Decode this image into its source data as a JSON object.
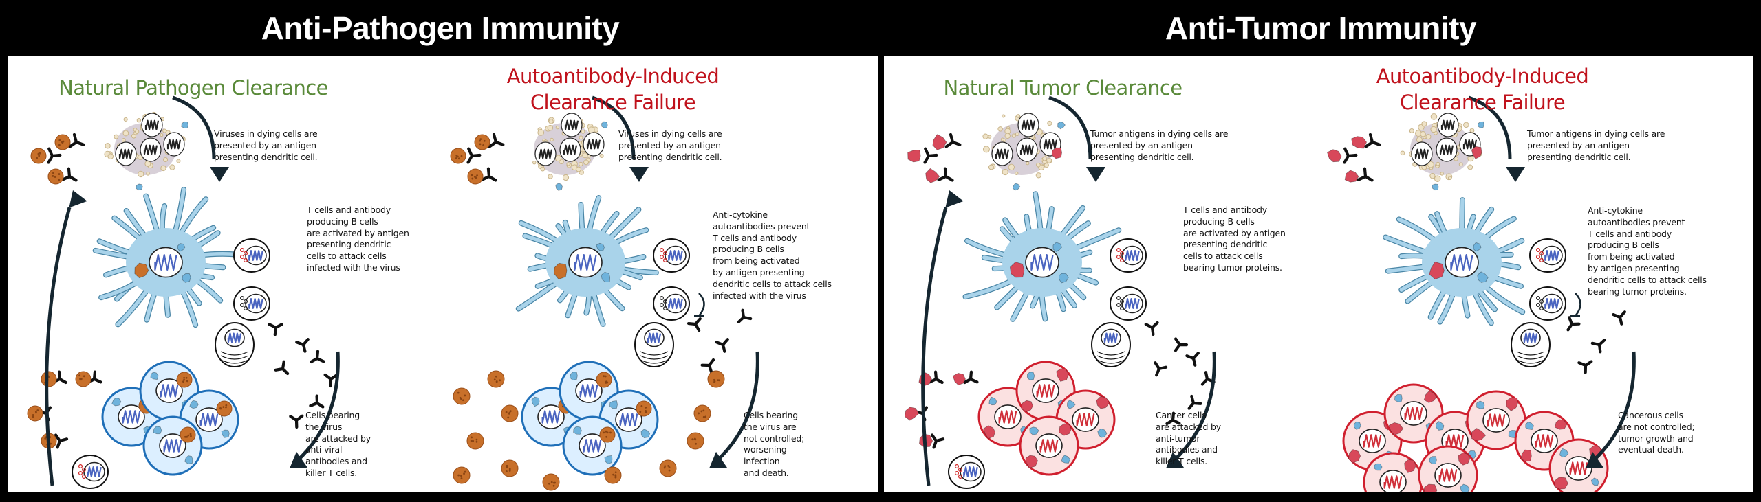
{
  "sections": [
    {
      "title": "Anti-Pathogen Immunity",
      "panels": [
        {
          "heading": "Natural Pathogen Clearance",
          "heading_color": "#5a8a3a",
          "steps": [
            "Viruses in dying cells are\npresented by an antigen\npresenting dendritic cell.",
            "T cells and antibody\nproducing B cells\nare activated by antigen\npresenting dendritic\ncells to attack cells\ninfected with the virus",
            "Cells bearing\nthe virus\nare attacked by\nanti-viral\nantibodies and\nkiller T cells."
          ]
        },
        {
          "heading": "Autoantibody-Induced\nClearance Failure",
          "heading_color": "#c0121c",
          "steps": [
            "Viruses in dying cells are\npresented by an antigen\npresenting dendritic cell.",
            "Anti-cytokine\nautoantibodies prevent\nT cells and antibody\nproducing B cells\nfrom being activated\nby antigen presenting\ndendritic cells to attack cells\ninfected with the virus",
            "Cells bearing\nthe virus are\nnot controlled;\nworsening\ninfection\nand death."
          ]
        }
      ]
    },
    {
      "title": "Anti-Tumor Immunity",
      "panels": [
        {
          "heading": "Natural Tumor Clearance",
          "heading_color": "#5a8a3a",
          "steps": [
            "Tumor antigens in dying cells are\npresented by an antigen\npresenting dendritic cell.",
            "T cells and antibody\nproducing B cells\nare activated by antigen\npresenting dendritic\ncells to attack cells\nbearing tumor proteins.",
            "Cancer cells\nare attacked by\nanti-tumor\nantibodies and\nkiller T cells."
          ]
        },
        {
          "heading": "Autoantibody-Induced\nClearance Failure",
          "heading_color": "#c0121c",
          "steps": [
            "Tumor antigens in dying cells are\npresented by an antigen\npresenting dendritic cell.",
            "Anti-cytokine\nautoantibodies prevent\nT cells and antibody\nproducing B cells\nfrom being activated\nby antigen presenting\ndendritic cells to attack cells\nbearing tumor proteins.",
            "Cancerous cells\nare not controlled;\ntumor growth and\neventual death."
          ]
        }
      ]
    }
  ],
  "colors": {
    "dendritic_cell": "#a9d3ea",
    "dendritic_outline": "#4a86a6",
    "virus": "#c8702a",
    "tumor_antigen": "#d8485a",
    "infected_cell_fill": "#dcefff",
    "infected_cell_outline": "#1f6fb8",
    "tumor_cell_fill": "#fbe1e1",
    "tumor_cell_outline": "#d01f2e",
    "antibody": "#111111",
    "arrow": "#152630",
    "dna_blue": "#4a64c0",
    "dna_red": "#d0303a",
    "debris": "#c8b48a"
  }
}
